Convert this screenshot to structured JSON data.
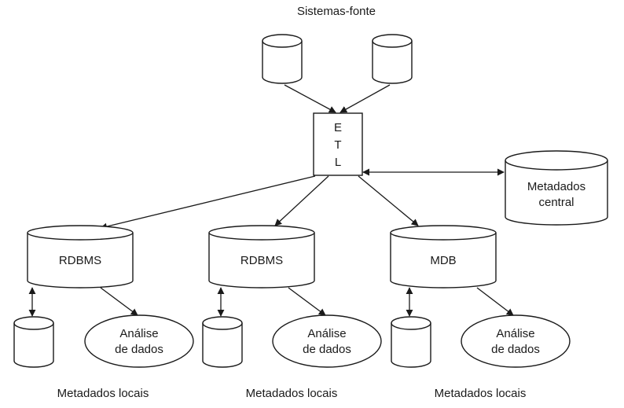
{
  "title": "Sistemas-fonte",
  "etl": {
    "letters": [
      "E",
      "T",
      "L"
    ]
  },
  "central_metadata": {
    "line1": "Metadados",
    "line2": "central"
  },
  "branches": [
    {
      "db_label": "RDBMS",
      "analysis_line1": "Análise",
      "analysis_line2": "de dados",
      "caption": "Metadados locais"
    },
    {
      "db_label": "RDBMS",
      "analysis_line1": "Análise",
      "analysis_line2": "de dados",
      "caption": "Metadados locais"
    },
    {
      "db_label": "MDB",
      "analysis_line1": "Análise",
      "analysis_line2": "de dados",
      "caption": "Metadados locais"
    }
  ]
}
